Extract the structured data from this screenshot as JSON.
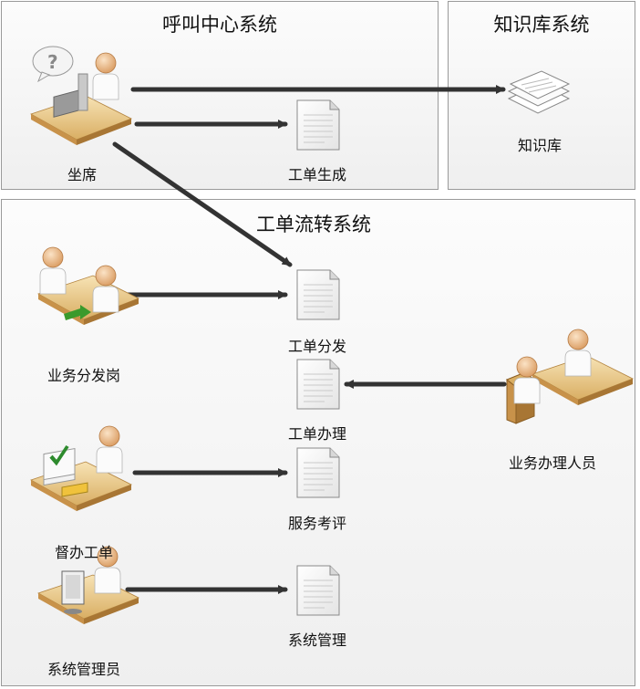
{
  "panels": {
    "call_center": "呼叫中心系统",
    "knowledge": "知识库系统",
    "workflow": "工单流转系统"
  },
  "actors": {
    "agent": "坐席",
    "dispatcher": "业务分发岗",
    "supervisor": "督办工单",
    "admin": "系统管理员",
    "handler": "业务办理人员"
  },
  "artifacts": {
    "knowledge_base": "知识库",
    "ticket_create": "工单生成",
    "ticket_dispatch": "工单分发",
    "ticket_handle": "工单办理",
    "service_review": "服务考评",
    "sys_manage": "系统管理"
  }
}
